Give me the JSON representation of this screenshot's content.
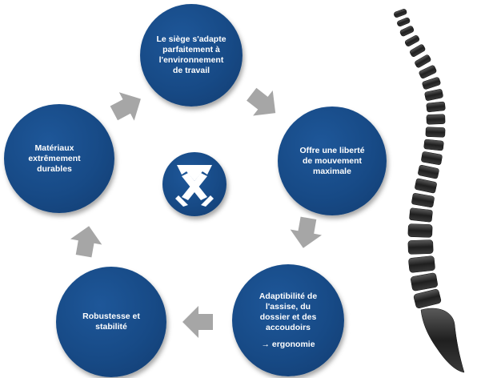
{
  "nodes": {
    "top": "Le siège s'adapte\nparfaitement à\nl'environnement\nde travail",
    "right": "Offre une liberté\nde mouvement\nmaximale",
    "bottom": "Adaptibilité de\nl'assise, du\ndossier et des\naccoudoirs",
    "bottom_sub": "→ ergonomie",
    "bottom_left": "Robustesse et\nstabilité",
    "left": "Matériaux\nextrêmement\ndurables"
  },
  "center_logo": "logo-icon",
  "side_image": "spine-illustration",
  "colors": {
    "circle": "#174a86",
    "arrow": "#a6a6a6",
    "spine": "#2b2b2b"
  }
}
